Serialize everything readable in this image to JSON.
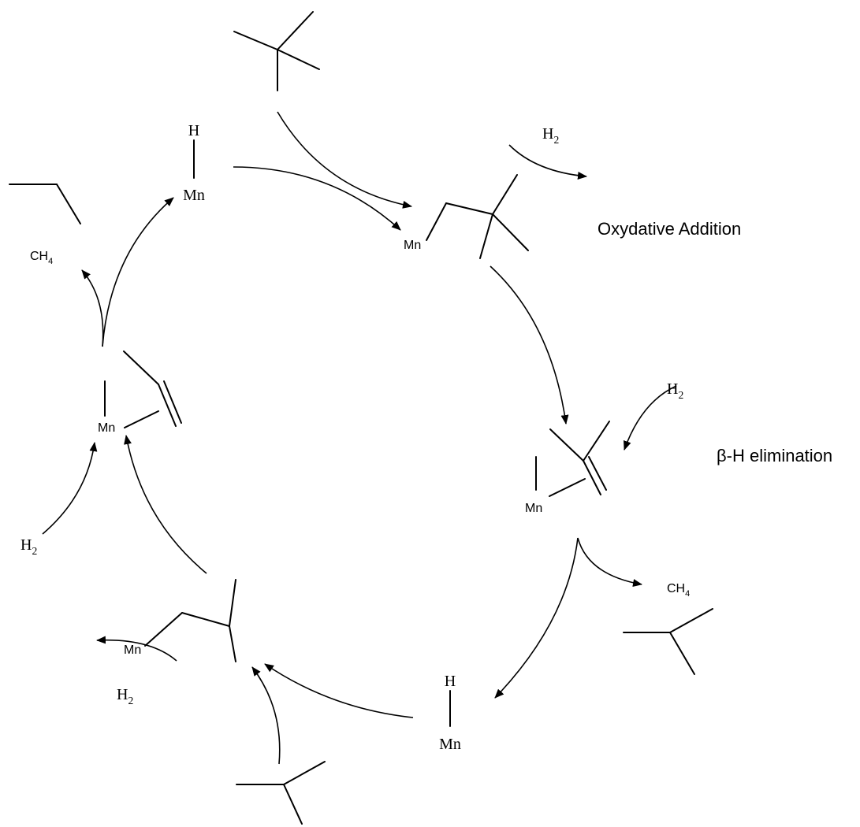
{
  "labels": {
    "oxidative_addition": "Oxydative Addition",
    "beta_h_elimination": "β-H elimination"
  },
  "atoms": {
    "mn": "Mn",
    "h": "H"
  },
  "molecules": {
    "h2": {
      "base": "H",
      "sub": "2"
    },
    "ch4": {
      "base": "CH",
      "sub": "4"
    }
  }
}
